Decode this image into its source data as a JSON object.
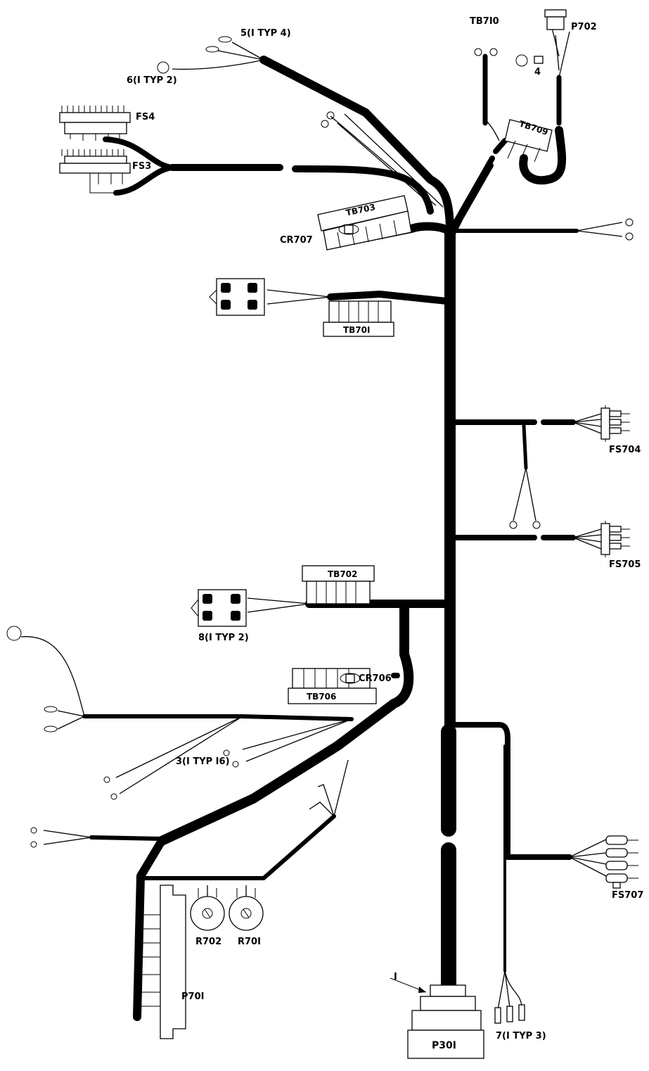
{
  "labels": {
    "item5": "5(I TYP 4)",
    "item6": "6(I TYP 2)",
    "fs34": "FS4",
    "fs33": "FS3",
    "tb710": "TB7I0",
    "p702": "P702",
    "item4": "4",
    "tb709": "TB709",
    "tb703": "TB703",
    "cr707": "CR707",
    "tb701": "TB70I",
    "fs704": "FS704",
    "fs705": "FS705",
    "tb702": "TB702",
    "item8": "8(I TYP 2)",
    "cr706": "CR706",
    "tb706": "TB706",
    "item3": "3(I TYP I6)",
    "fs707": "FS707",
    "r702": "R702",
    "r701": "R70I",
    "p701": "P70I",
    "item1": "I",
    "p301": "P30I",
    "item7": "7(I TYP 3)"
  }
}
